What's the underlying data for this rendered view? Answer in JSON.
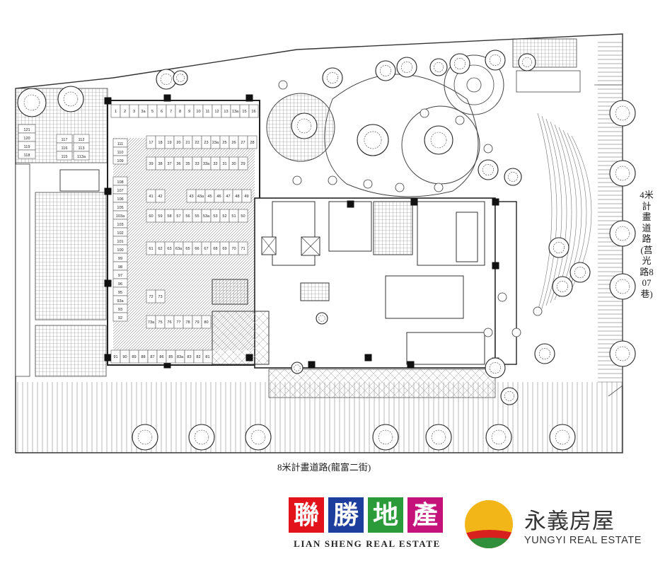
{
  "colors": {
    "ls_red": "#e2131b",
    "ls_blue": "#1d3e9c",
    "ls_green": "#2b9b3a",
    "ls_magenta": "#c5127a",
    "yy_yellow": "#f2b619",
    "yy_red": "#d8201f",
    "yy_green": "#2f8f3b"
  },
  "roads": {
    "bottom": "8米計畫道路(龍富二街)",
    "right": "4米計畫道路(莒光路807巷)"
  },
  "logos": {
    "lian_sheng": {
      "chars": [
        "聯",
        "勝",
        "地",
        "產"
      ],
      "english": "LIAN SHENG REAL ESTATE"
    },
    "yungyi": {
      "chinese": "永義房屋",
      "english": "YUNGYI REAL ESTATE"
    }
  },
  "parking": {
    "rows": [
      [
        "1",
        "2",
        "3",
        "3a",
        "5",
        "6",
        "7",
        "8",
        "9",
        "10",
        "11",
        "12",
        "13",
        "13a",
        "15",
        "16"
      ],
      [
        "17",
        "18",
        "19",
        "20",
        "21",
        "22",
        "23",
        "23a",
        "25",
        "26",
        "27",
        "28"
      ],
      [
        "39",
        "38",
        "37",
        "36",
        "35",
        "33",
        "33a",
        "32",
        "31",
        "30",
        "29"
      ],
      [
        "41",
        "42"
      ],
      [
        "43",
        "43a",
        "45",
        "46",
        "47",
        "48",
        "49"
      ],
      [
        "60",
        "59",
        "58",
        "57",
        "56",
        "55",
        "53a",
        "53",
        "52",
        "51",
        "50"
      ],
      [
        "61",
        "62",
        "63",
        "63a",
        "65",
        "66",
        "67",
        "68",
        "69",
        "70",
        "71"
      ],
      [
        "72",
        "73"
      ],
      [
        "73a",
        "75",
        "76",
        "77",
        "78",
        "79",
        "80"
      ],
      [
        "91",
        "90",
        "89",
        "88",
        "87",
        "86",
        "85",
        "83a",
        "83",
        "82",
        "81"
      ]
    ],
    "left_column": [
      "108",
      "107",
      "106",
      "105",
      "103a",
      "103",
      "102",
      "101",
      "100",
      "99",
      "98",
      "97",
      "96",
      "95",
      "93a",
      "93",
      "92"
    ],
    "annex_a": [
      "111",
      "110",
      "109"
    ],
    "annex_b": [
      "121",
      "120",
      "119",
      "118"
    ],
    "annex_c1": [
      "117",
      "116",
      "115"
    ],
    "annex_c2": [
      "112",
      "113",
      "113a"
    ]
  }
}
